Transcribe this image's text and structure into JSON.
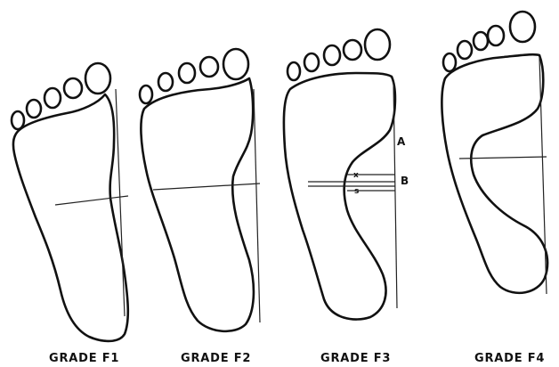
{
  "panels": [
    {
      "grade": "GRADE F1"
    },
    {
      "grade": "GRADE F2"
    },
    {
      "grade": "GRADE F3"
    },
    {
      "grade": "GRADE F4"
    }
  ],
  "markers": {
    "a": "A",
    "b": "B",
    "x": "x",
    "s": "s"
  }
}
